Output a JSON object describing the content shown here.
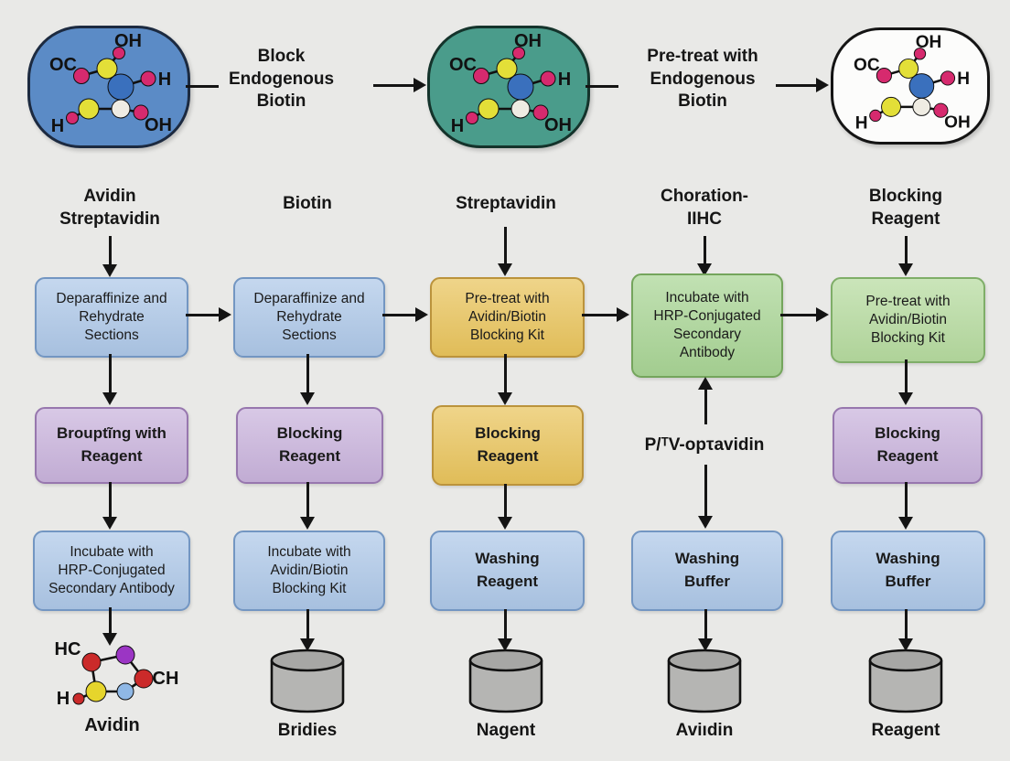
{
  "title": "IHC biotin-blocking workflow diagram",
  "palette": {
    "bg": "#e9e9e7",
    "ink": "#141414",
    "oval1": "#5b8bc6",
    "oval2": "#4a9c8b",
    "oval3": "#fcfcfb",
    "box_blue": "#aec8e8",
    "box_blue_br": "#7396c2",
    "box_purple": "#c9b3dc",
    "box_purple_br": "#9777ae",
    "box_orange": "#e9c45c",
    "box_orange_br": "#bb933c",
    "box_green": "#a9d595",
    "box_green_br": "#74a55c",
    "box_green2": "#b6db9f",
    "box_green2_br": "#7fae68",
    "cyl_body": "#b5b5b3",
    "cyl_top": "#a7a7a5",
    "atom_pink": "#d62a6e",
    "atom_yellow": "#e3df38",
    "atom_blue": "#3a70bd",
    "atom_white": "#efece3",
    "atom_red": "#cb2a2a",
    "atom_purple2": "#9b35c4",
    "atom_lblue": "#8fb8e6",
    "atom_yellow2": "#e6d52c"
  },
  "top_flow": {
    "step1_label": "Block\nEndogenous\nBiotin",
    "step2_label": "Pre-treat with\nEndogenous\nBiotin",
    "molecule": {
      "top": "OH",
      "upper_left": "OC",
      "right": "H",
      "bottom_left": "H",
      "bottom_right": "OH"
    }
  },
  "columns": [
    {
      "header": "Avidin\nStreptavidin",
      "box1": "Deparaffinize and\nRehydrate\nSections",
      "box2": "Brouptĩng with\nReagent",
      "box3": "Incubate with\nHRP-Conjugated\nSecondary Antibody",
      "terminal_label": "Avidin",
      "molecule": {
        "top_left": "HC",
        "right": "CH",
        "bottom_left": "H"
      }
    },
    {
      "header": "Biotin",
      "box1": "Deparaffinize and\nRehydrate\nSections",
      "box2": "Blocking\nReagent",
      "box3": "Incubate with\nAvidin/Biotin\nBlocking Kit",
      "terminal_label": "Bridies"
    },
    {
      "header": "Streptavidin",
      "box1": "Pre-treat with\nAvidin/Biotin\nBlocking Kit",
      "box2": "Blocking\nReagent",
      "box3": "Washing\nReagent",
      "terminal_label": "Nagent"
    },
    {
      "header": "Choration-\nIIHC",
      "box1": "Incubate with\nHRP-Conjugated\nSecondary\nAntibody",
      "mid_text": "P/ᵀV-opτavidin",
      "box3": "Washing\nBuffer",
      "terminal_label": "Aviıdin"
    },
    {
      "header": "Blocking\nReagent",
      "box1": "Pre-treat with\nAvidin/Biotin\nBlocking Kit",
      "box2": "Blocking\nReagent",
      "box3": "Washing\nBuffer",
      "terminal_label": "Reagent"
    }
  ]
}
